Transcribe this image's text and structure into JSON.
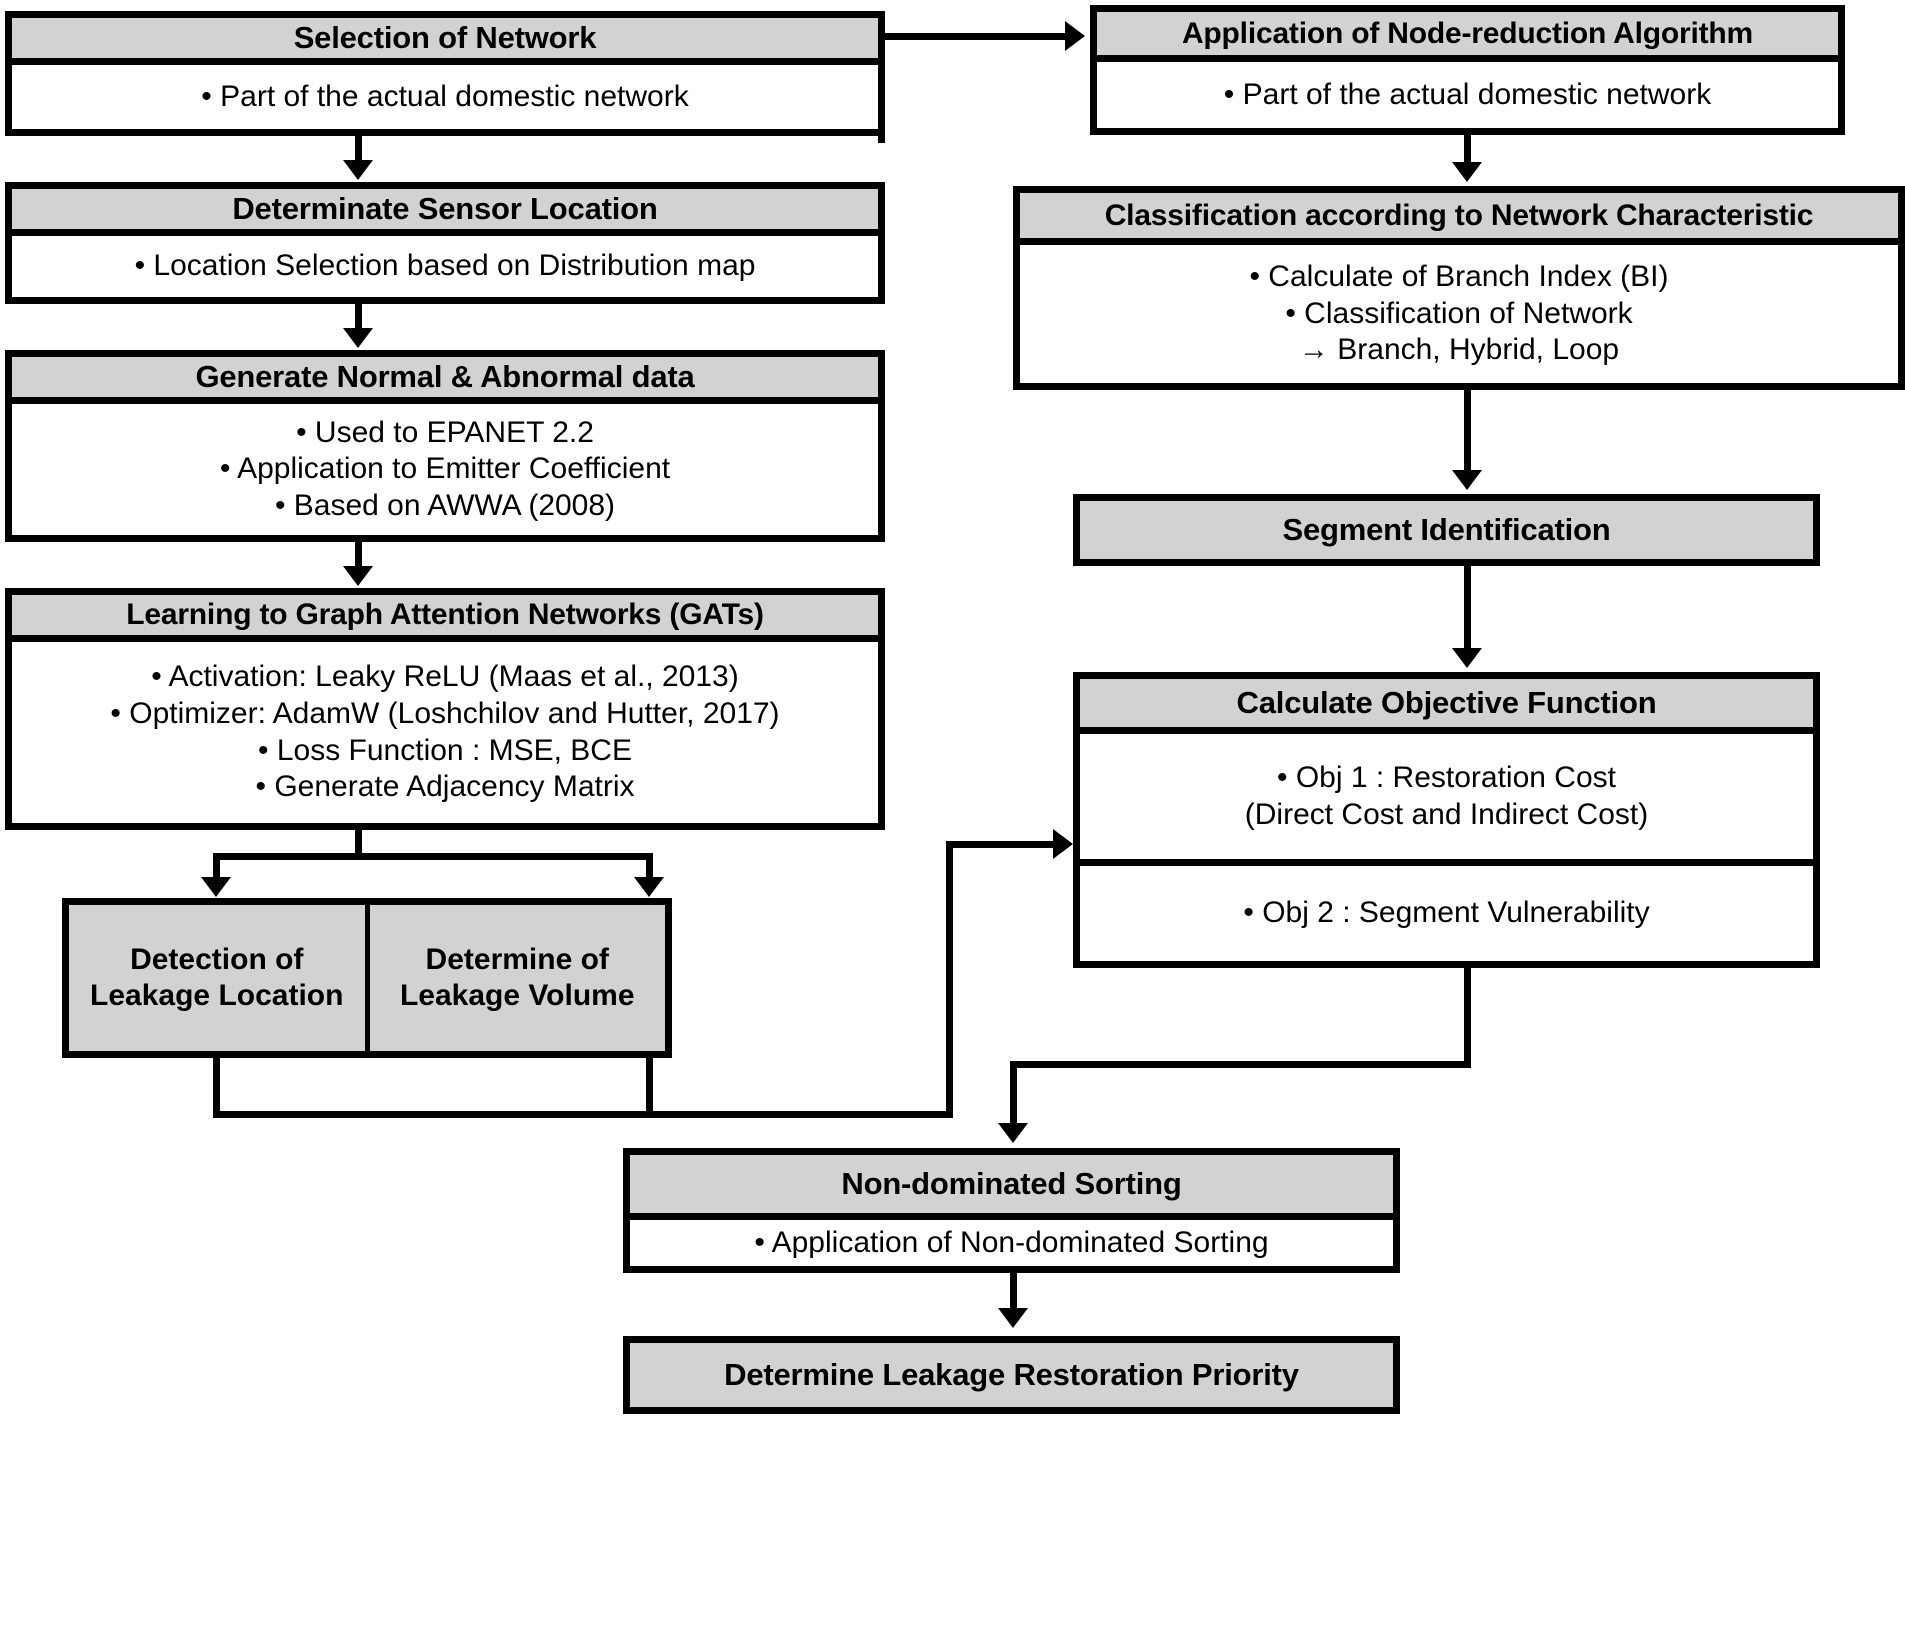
{
  "diagram": {
    "title": "Leakage detection and restoration priority flowchart",
    "colors": {
      "header_fill": "#d2d2d2",
      "body_fill": "#ffffff",
      "stroke": "#000000"
    },
    "nodes": {
      "selection_of_network": {
        "header": "Selection of Network",
        "bullets": [
          "•  Part of the actual domestic network"
        ]
      },
      "determinate_sensor_location": {
        "header": "Determinate Sensor Location",
        "bullets": [
          "•  Location Selection based on Distribution map"
        ]
      },
      "generate_data": {
        "header": "Generate Normal & Abnormal data",
        "bullets": [
          "•  Used to EPANET 2.2",
          "•  Application to Emitter Coefficient",
          "•  Based on AWWA (2008)"
        ]
      },
      "learning_gats": {
        "header": "Learning to Graph Attention Networks (GATs)",
        "bullets": [
          "•  Activation: Leaky ReLU (Maas et al., 2013)",
          "•  Optimizer: AdamW (Loshchilov and Hutter, 2017)",
          "•  Loss Function : MSE, BCE",
          "•  Generate Adjacency Matrix"
        ]
      },
      "detection_leakage_location": {
        "line1": "Detection of",
        "line2": "Leakage Location"
      },
      "determine_leakage_volume": {
        "line1": "Determine of",
        "line2": "Leakage Volume"
      },
      "node_reduction": {
        "header": "Application of Node-reduction Algorithm",
        "bullets": [
          "•  Part of the actual domestic network"
        ]
      },
      "classification": {
        "header": "Classification according to Network Characteristic",
        "bullets": [
          "•  Calculate of Branch Index (BI)",
          "•   Classification of Network",
          "→ Branch, Hybrid, Loop"
        ]
      },
      "segment_identification": {
        "header": "Segment Identification"
      },
      "calculate_objective_function": {
        "header": "Calculate Objective Function",
        "section1": [
          "•  Obj 1 : Restoration Cost",
          "(Direct Cost and Indirect Cost)"
        ],
        "section2": [
          "•  Obj 2 : Segment Vulnerability"
        ]
      },
      "non_dominated_sorting": {
        "header": "Non-dominated Sorting",
        "bullets": [
          "•  Application of Non-dominated Sorting"
        ]
      },
      "determine_priority": {
        "header": "Determine Leakage Restoration Priority"
      }
    }
  }
}
